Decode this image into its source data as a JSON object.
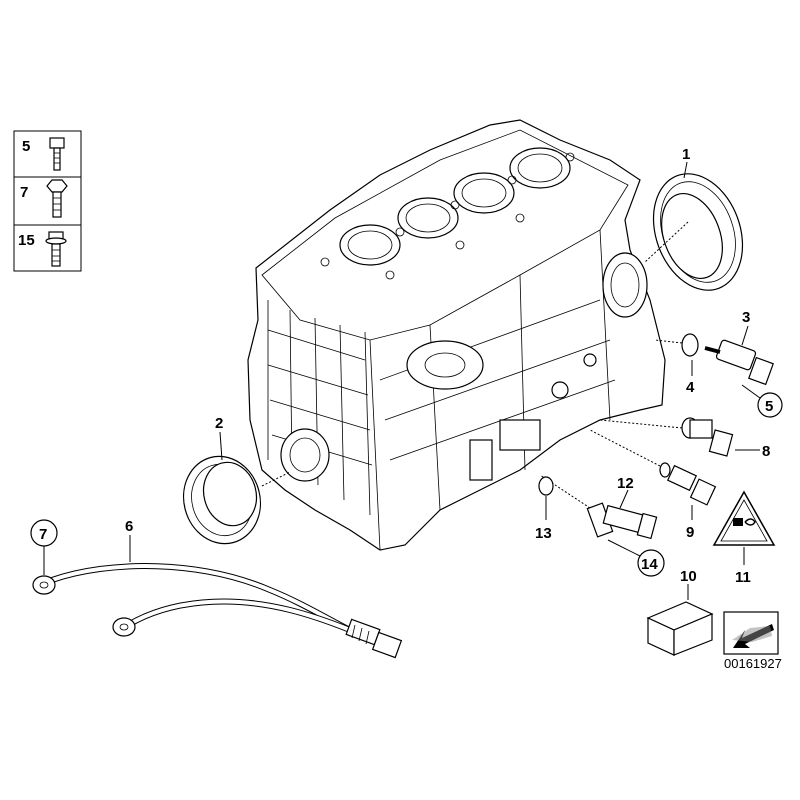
{
  "legend": [
    {
      "number": "5",
      "icon": "socket-cap-screw-icon"
    },
    {
      "number": "7",
      "icon": "hex-bolt-icon"
    },
    {
      "number": "15",
      "icon": "flange-bolt-icon"
    }
  ],
  "callouts": {
    "p1": "1",
    "p2": "2",
    "p3": "3",
    "p4": "4",
    "p5": "5",
    "p6": "6",
    "p7": "7",
    "p8": "8",
    "p9": "9",
    "p10": "10",
    "p11": "11",
    "p12": "12",
    "p13": "13",
    "p14": "14"
  },
  "reference_number": "00161927"
}
